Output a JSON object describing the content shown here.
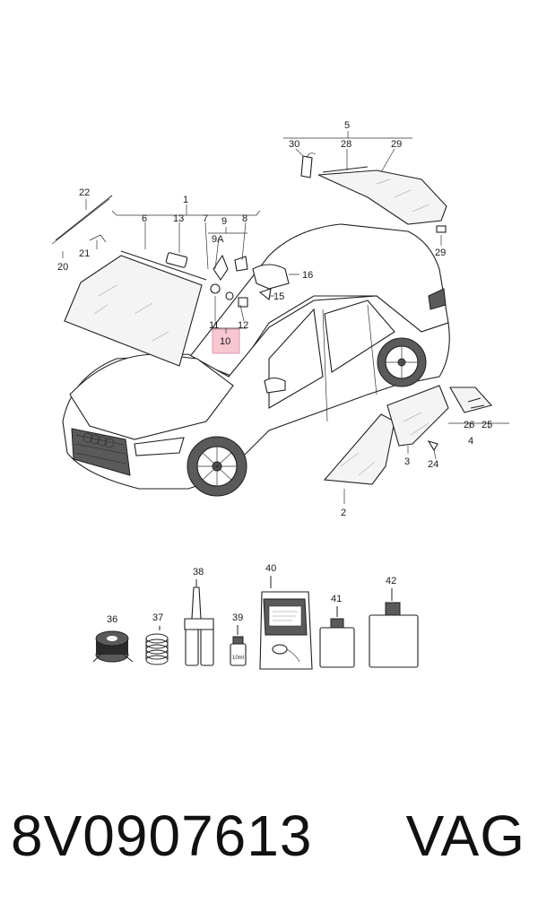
{
  "diagram": {
    "callouts": {
      "c1": "1",
      "c2": "2",
      "c3": "3",
      "c4": "4",
      "c5": "5",
      "c6": "6",
      "c7": "7",
      "c8": "8",
      "c9": "9",
      "c9A": "9A",
      "c10": "10",
      "c11": "11",
      "c12": "12",
      "c13": "13",
      "c15": "15",
      "c16": "16",
      "c20": "20",
      "c21": "21",
      "c22": "22",
      "c24": "24",
      "c25": "25",
      "c26": "26",
      "c28": "28",
      "c29a": "29",
      "c29b": "29",
      "c30": "30",
      "c36": "36",
      "c37": "37",
      "c38": "38",
      "c39": "39",
      "c40": "40",
      "c41": "41",
      "c42": "42"
    },
    "highlight_color": "#f7c7d2",
    "packaging_text": {
      "tube_label": "10ml"
    }
  },
  "footer": {
    "part_number": "8V0907613",
    "brand": "VAG"
  }
}
